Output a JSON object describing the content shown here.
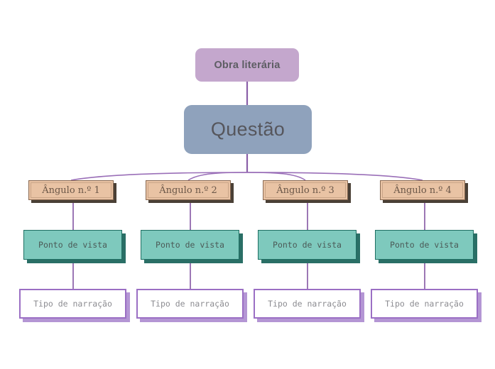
{
  "diagram": {
    "type": "tree-mindmap",
    "title_text": "Obra literária",
    "root": {
      "label": "Obra literária",
      "fill": "#c4a7cd",
      "text_color": "#5d5d63"
    },
    "question": {
      "label": "Questão",
      "fill": "#8fa2bc",
      "text_color": "#56565c"
    },
    "connector_color": "#8a5fa8",
    "branches": [
      {
        "angle_label": "Ângulo n.º 1",
        "view_label": "Ponto de vista",
        "narration_label": "Tipo de narração"
      },
      {
        "angle_label": "Ângulo n.º 2",
        "view_label": "Ponto de vista",
        "narration_label": "Tipo de narração"
      },
      {
        "angle_label": "Ângulo n.º 3",
        "view_label": "Ponto de vista",
        "narration_label": "Tipo de narração"
      },
      {
        "angle_label": "Ângulo n.º 4",
        "view_label": "Ponto de vista",
        "narration_label": "Tipo de narração"
      }
    ],
    "colors": {
      "angle_fill": "#e9c3a4",
      "angle_border": "#8a6a52",
      "angle_shadow": "#4a4036",
      "view_fill": "#7ec9bd",
      "view_border": "#1f6f63",
      "view_shadow": "#2a6f66",
      "narration_fill": "#ffffff",
      "narration_border": "#9b6fc4",
      "narration_shadow": "#b496d4",
      "background": "#ffffff"
    }
  }
}
